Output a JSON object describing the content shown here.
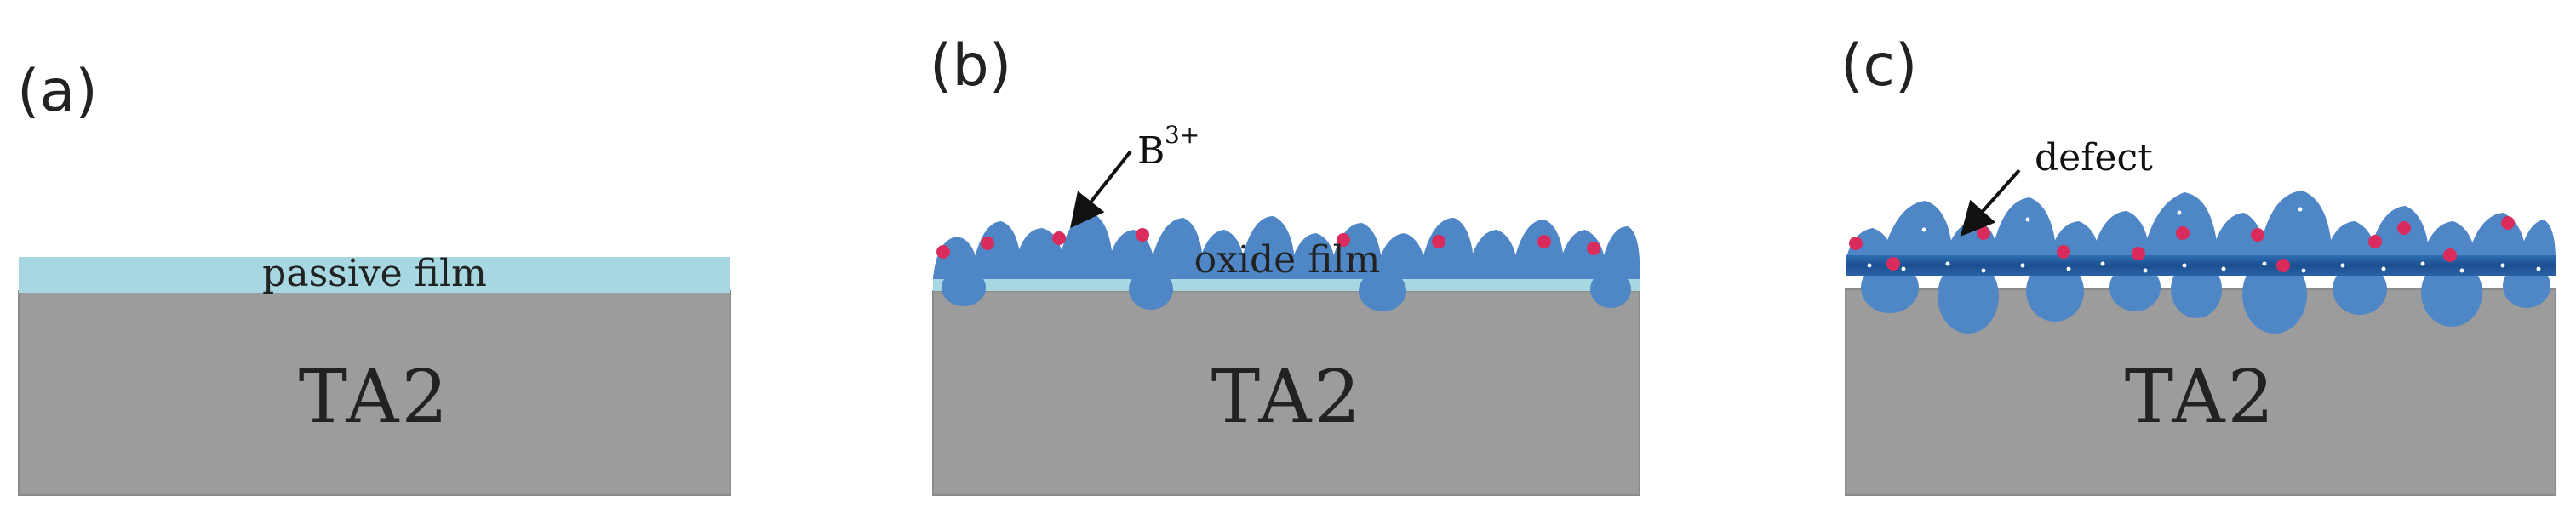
{
  "colors": {
    "substrate": "#9c9c9c",
    "passive_film": "#a7d8e2",
    "oxide_bumps": "#4f86c6",
    "dark_film": "#1e4f8c",
    "ions": "#d92c5c"
  },
  "panels": [
    {
      "label": "(a)",
      "film_label": "passive film",
      "substrate_label": "TA2"
    },
    {
      "label": "(b)",
      "film_label": "oxide film",
      "substrate_label": "TA2",
      "annotation": "B",
      "annotation_sup": "3+"
    },
    {
      "label": "(c)",
      "substrate_label": "TA2",
      "annotation": "defect"
    }
  ]
}
